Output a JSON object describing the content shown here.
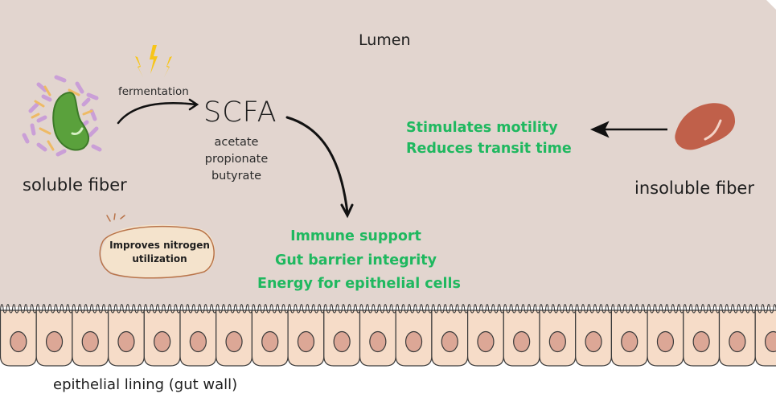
{
  "diagram": {
    "region_labels": {
      "lumen": "Lumen",
      "epithelium": "epithelial lining (gut wall)"
    },
    "soluble_fiber": {
      "label": "soluble fiber",
      "process_label": "fermentation",
      "product": "SCFA",
      "scfa_types": [
        "acetate",
        "propionate",
        "butyrate"
      ],
      "side_note": "Improves nitrogen utilization",
      "side_note_lines": [
        "Improves nitrogen",
        "utilization"
      ],
      "benefits": [
        "Immune support",
        "Gut barrier integrity",
        "Energy for epithelial cells"
      ],
      "bean_color": "#5aa13c"
    },
    "insoluble_fiber": {
      "label": "insoluble fiber",
      "benefits": [
        "Stimulates motility",
        "Reduces transit time"
      ],
      "bean_color": "#c0604a"
    },
    "colors": {
      "lumen_background": "#e2d5cf",
      "benefit_text": "#1fb85f",
      "cell_fill": "#f6dcc8",
      "nucleus_fill": "#dca796",
      "lightning": "#f7c51a",
      "note_fill": "#f4e3cc",
      "note_outline": "#b9744a"
    },
    "epithelial_cell_count": 22
  }
}
